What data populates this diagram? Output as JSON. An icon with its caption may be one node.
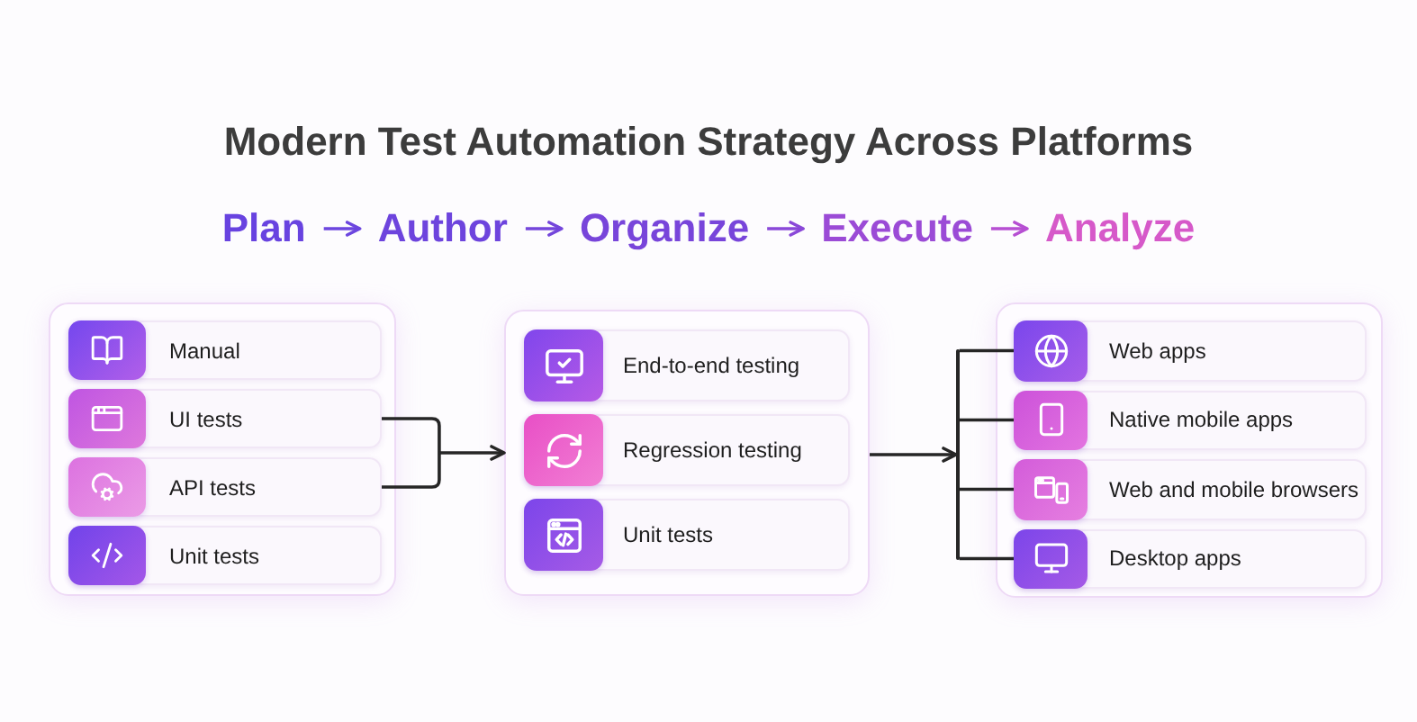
{
  "diagram": {
    "title": "Modern Test Automation Strategy Across Platforms",
    "nodes": [
      {
        "text": [
          "Plan"
        ]
      },
      {
        "text": [
          "Author"
        ]
      },
      {
        "text": [
          "Organize"
        ]
      },
      {
        "text": [
          "Execute"
        ]
      },
      {
        "text": [
          "Analyze"
        ]
      },
      {
        "text": [],
        "shape": "box"
      },
      {
        "text": [
          "Manual"
        ],
        "in": 5
      },
      {
        "text": [
          "UI tests"
        ],
        "in": 5
      },
      {
        "text": [
          "API tests"
        ],
        "in": 5
      },
      {
        "text": [
          "Unit tests"
        ],
        "in": 5
      },
      {
        "text": [],
        "shape": "box"
      },
      {
        "text": [
          "End-to-end testing"
        ],
        "in": 10
      },
      {
        "text": [
          "Regression testing"
        ],
        "in": 10
      },
      {
        "text": [
          "Unit tests"
        ],
        "in": 10
      },
      {
        "text": [],
        "shape": "bar"
      },
      {
        "text": [],
        "shape": "box"
      },
      {
        "text": [
          "Web apps"
        ],
        "in": 15
      },
      {
        "text": [
          "Native mobile apps"
        ],
        "in": 15
      },
      {
        "text": [
          "Web and mobile browsers"
        ],
        "in": 15
      },
      {
        "text": [
          "Desktop apps"
        ],
        "in": 15
      }
    ],
    "edges": [
      {
        "from": 0,
        "to": 1,
        "arrow": "to",
        "color": "#6c46df"
      },
      {
        "from": 1,
        "to": 2,
        "arrow": "to",
        "color": "#7446db"
      },
      {
        "from": 2,
        "to": 3,
        "arrow": "to",
        "color": "#8a48d8"
      },
      {
        "from": 3,
        "to": 4,
        "arrow": "to",
        "color": "#b64fd2"
      },
      {
        "from": 7,
        "to": 10,
        "arrow": "to"
      },
      {
        "from": 8,
        "to": 10,
        "arrow": "to"
      },
      {
        "from": 10,
        "to": 14,
        "arrow": "to"
      },
      {
        "from": 14,
        "to": 16,
        "arrow": "none"
      },
      {
        "from": 14,
        "to": 17,
        "arrow": "none"
      },
      {
        "from": 14,
        "to": 18,
        "arrow": "none"
      },
      {
        "from": 14,
        "to": 19,
        "arrow": "none"
      }
    ]
  }
}
